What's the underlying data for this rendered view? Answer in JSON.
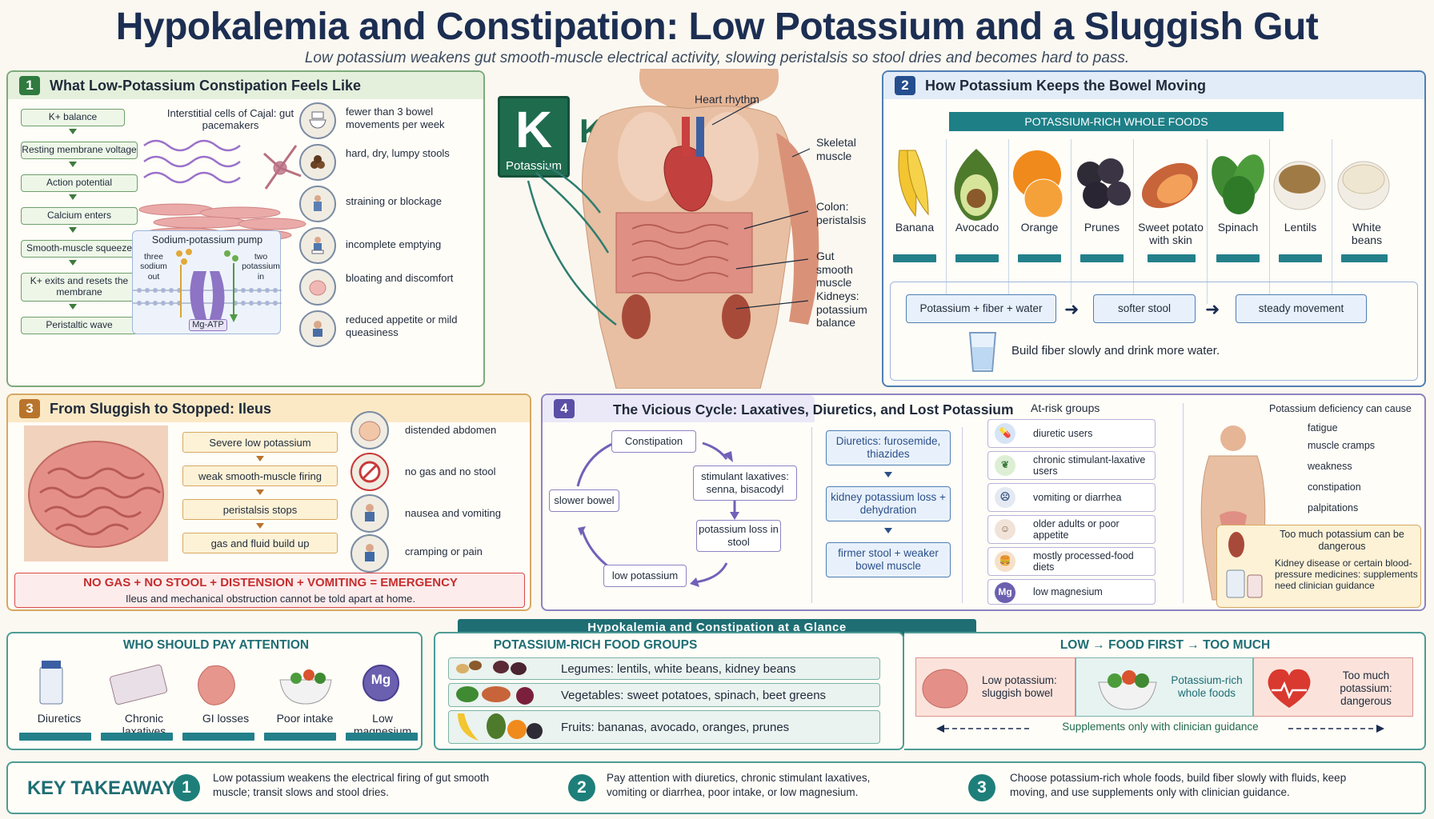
{
  "header": {
    "title": "Hypokalemia and Constipation: Low Potassium and a Sluggish Gut",
    "subtitle": "Low potassium weakens gut smooth-muscle electrical activity, slowing peristalsis so stool dries and becomes hard to pass."
  },
  "colors": {
    "navy": "#1c2e52",
    "green": "#7dab7b",
    "blue": "#4f7fb3",
    "orange": "#d7a862",
    "purple": "#8e83c2",
    "teal": "#1e7f7a",
    "red": "#d94b4b"
  },
  "section1": {
    "number": "1",
    "title": "What Low-Potassium Constipation Feels Like",
    "flow": [
      "K+ balance",
      "Resting membrane voltage",
      "Action potential",
      "Calcium enters",
      "Smooth-muscle squeeze",
      "K+ exits and resets the membrane",
      "Peristaltic wave"
    ],
    "cajal_label": "Interstitial cells of Cajal: gut pacemakers",
    "pump": {
      "title": "Sodium-potassium pump",
      "left": "three sodium out",
      "right": "two potassium in",
      "atp": "Mg-ATP"
    },
    "symptoms": [
      {
        "icon": "toilet-icon",
        "text": "fewer than 3 bowel movements per week"
      },
      {
        "icon": "stool-icon",
        "text": "hard, dry, lumpy stools"
      },
      {
        "icon": "straining-person-icon",
        "text": "straining or blockage"
      },
      {
        "icon": "sitting-person-icon",
        "text": "incomplete emptying"
      },
      {
        "icon": "bloated-stomach-icon",
        "text": "bloating and discomfort"
      },
      {
        "icon": "queasy-person-icon",
        "text": "reduced appetite or mild queasiness"
      }
    ]
  },
  "center": {
    "element_symbol": "K",
    "element_name": "Potassium",
    "ion": "K+",
    "labels": [
      "Heart rhythm",
      "Skeletal muscle",
      "Colon: peristalsis",
      "Gut smooth muscle",
      "Kidneys: potassium balance"
    ]
  },
  "section2": {
    "number": "2",
    "title": "How Potassium Keeps the Bowel Moving",
    "banner": "POTASSIUM-RICH WHOLE FOODS",
    "foods": [
      "Banana",
      "Avocado",
      "Orange",
      "Prunes",
      "Sweet potato with skin",
      "Spinach",
      "Lentils",
      "White beans"
    ],
    "chain": [
      "Potassium + fiber + water",
      "softer stool",
      "steady movement"
    ],
    "tip": "Build fiber slowly and drink more water."
  },
  "section3": {
    "number": "3",
    "title": "From Sluggish to Stopped: Ileus",
    "flow": [
      "Severe low potassium",
      "weak smooth-muscle firing",
      "peristalsis stops",
      "gas and fluid build up"
    ],
    "signs": [
      {
        "icon": "distended-abdomen-icon",
        "text": "distended abdomen"
      },
      {
        "icon": "no-gas-icon",
        "text": "no gas and no stool"
      },
      {
        "icon": "vomiting-person-icon",
        "text": "nausea and vomiting"
      },
      {
        "icon": "cramping-person-icon",
        "text": "cramping or pain"
      }
    ],
    "emergency": "NO GAS + NO STOOL + DISTENSION + VOMITING = EMERGENCY",
    "emergency_note": "Ileus and mechanical obstruction cannot be told apart at home."
  },
  "section4": {
    "number": "4",
    "title": "The Vicious Cycle: Laxatives, Diuretics, and Lost Potassium",
    "cycle": [
      "Constipation",
      "stimulant laxatives: senna, bisacodyl",
      "potassium loss in stool",
      "low potassium",
      "slower bowel"
    ],
    "diuretic_chain": [
      "Diuretics: furosemide, thiazides",
      "kidney potassium loss + dehydration",
      "firmer stool + weaker bowel muscle"
    ],
    "risk_title": "At-risk groups",
    "risk_groups": [
      {
        "icon": "pill-icon",
        "text": "diuretic users"
      },
      {
        "icon": "senna-leaf-icon",
        "text": "chronic stimulant-laxative users"
      },
      {
        "icon": "vomiting-icon",
        "text": "vomiting or diarrhea"
      },
      {
        "icon": "older-adult-icon",
        "text": "older adults or poor appetite"
      },
      {
        "icon": "processed-food-icon",
        "text": "mostly processed-food diets"
      },
      {
        "icon": "magnesium-icon",
        "text": "low magnesium"
      }
    ],
    "deficiency_title": "Potassium deficiency can cause",
    "deficiency": [
      "fatigue",
      "muscle cramps",
      "weakness",
      "constipation",
      "palpitations"
    ],
    "too_much_title": "Too much potassium can be dangerous",
    "too_much_note": "Kidney disease or certain blood-pressure medicines: supplements need clinician guidance"
  },
  "glance": {
    "banner": "Hypokalemia and Constipation at a Glance",
    "attention_title": "WHO SHOULD PAY ATTENTION",
    "attention": [
      "Diuretics",
      "Chronic laxatives",
      "GI losses",
      "Poor intake",
      "Low magnesium"
    ],
    "mg_symbol": "Mg",
    "food_groups_title": "POTASSIUM-RICH FOOD GROUPS",
    "food_groups": [
      "Legumes: lentils, white beans, kidney beans",
      "Vegetables: sweet potatoes, spinach, beet greens",
      "Fruits: bananas, avocado, oranges, prunes"
    ],
    "balance_title": "LOW → FOOD FIRST → TOO MUCH",
    "balance": [
      "Low potassium: sluggish bowel",
      "Potassium-rich whole foods",
      "Too much potassium: dangerous"
    ],
    "supplement_note": "Supplements only with clinician guidance"
  },
  "takeaways": {
    "title": "KEY TAKEAWAYS",
    "items": [
      {
        "n": "1",
        "text": "Low potassium weakens the electrical firing of gut smooth muscle; transit slows and stool dries."
      },
      {
        "n": "2",
        "text": "Pay attention with diuretics, chronic stimulant laxatives, vomiting or diarrhea, poor intake, or low magnesium."
      },
      {
        "n": "3",
        "text": "Choose potassium-rich whole foods, build fiber slowly with fluids, keep moving, and use supplements only with clinician guidance."
      }
    ]
  }
}
